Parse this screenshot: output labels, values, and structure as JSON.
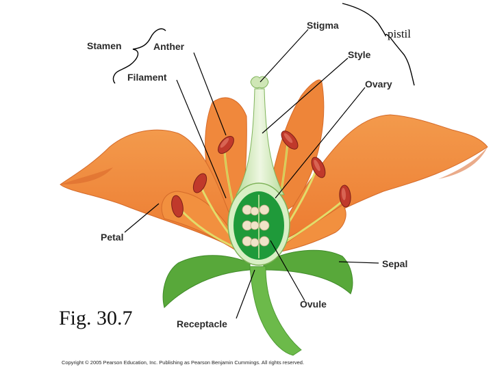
{
  "figure": {
    "caption": "Fig. 30.7",
    "copyright": "Copyright © 2005 Pearson Education, Inc. Publishing as Pearson Benjamin Cummings. All rights reserved.",
    "pistil_note": "pistil"
  },
  "labels": {
    "stamen": "Stamen",
    "anther": "Anther",
    "filament": "Filament",
    "stigma": "Stigma",
    "style": "Style",
    "ovary": "Ovary",
    "petal": "Petal",
    "sepal": "Sepal",
    "ovule": "Ovule",
    "receptacle": "Receptacle"
  },
  "colors": {
    "petal": "#f08a3c",
    "petal_dark": "#d9662a",
    "sepal": "#5aa83a",
    "stem": "#6cba4a",
    "ovary_wall": "#1f9a3a",
    "ovule": "#efe3c8",
    "anther": "#c0392b",
    "filament": "#e8e070"
  }
}
